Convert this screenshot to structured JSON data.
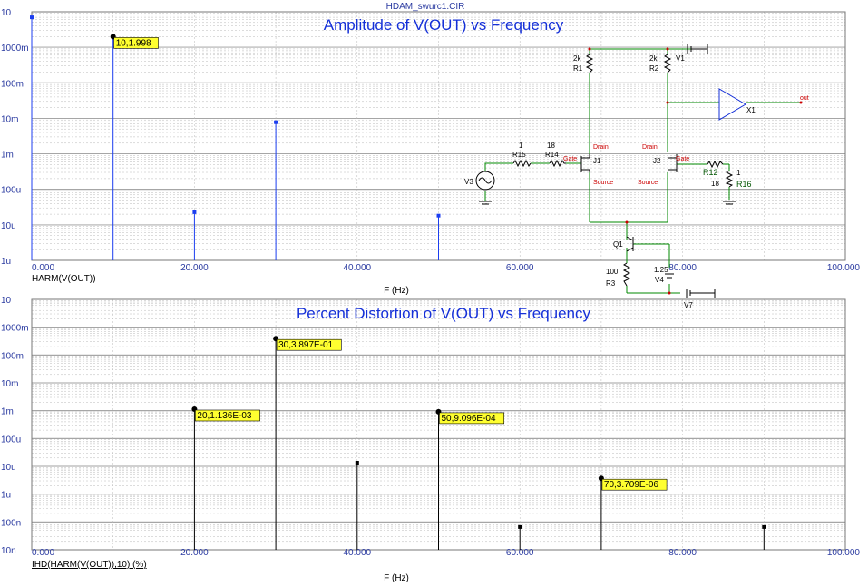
{
  "window": {
    "filename": "HDAM_swurc1.CIR"
  },
  "colors": {
    "plot1_series": "#1c3ef0",
    "plot2_series": "#000000",
    "axis_text": "#2a3aa0",
    "tag_bg": "#ffff30",
    "grid": "#b8b8b8",
    "wire": "#008800"
  },
  "chart_data": [
    {
      "type": "bar",
      "title": "Amplitude of V(OUT) vs Frequency",
      "xlabel": "F (Hz)",
      "ylabel": "HARM(V(OUT))",
      "xlim": [
        0,
        100
      ],
      "ylim": [
        1e-06,
        10
      ],
      "yscale": "log",
      "x_ticks": [
        "0.000",
        "20.000",
        "40.000",
        "60.000",
        "80.000",
        "100.000"
      ],
      "y_ticks": [
        "10",
        "1000m",
        "100m",
        "10m",
        "1m",
        "100u",
        "10u",
        "1u"
      ],
      "grid": true,
      "x": [
        0,
        10,
        20,
        30,
        50
      ],
      "values": [
        7,
        1.998,
        2.27e-05,
        0.0078,
        1.82e-05
      ],
      "annotations": [
        {
          "x": 10,
          "text": "10,1.998"
        }
      ]
    },
    {
      "type": "bar",
      "title": "Percent Distortion of V(OUT) vs Frequency",
      "xlabel": "F (Hz)",
      "ylabel": "IHD(HARM(V(OUT)),10) (%)",
      "xlim": [
        0,
        100
      ],
      "ylim": [
        1e-08,
        10
      ],
      "yscale": "log",
      "x_ticks": [
        "0.000",
        "20.000",
        "40.000",
        "60.000",
        "80.000",
        "100.000"
      ],
      "y_ticks": [
        "10",
        "1000m",
        "100m",
        "10m",
        "1m",
        "100u",
        "10u",
        "1u",
        "100n",
        "10n"
      ],
      "grid": true,
      "x": [
        20,
        30,
        40,
        50,
        60,
        70,
        90
      ],
      "values": [
        0.001136,
        0.3897,
        1.35e-05,
        0.0009096,
        6.6e-08,
        3.709e-06,
        6.6e-08
      ],
      "annotations": [
        {
          "x": 20,
          "text": "20,1.136E-03"
        },
        {
          "x": 30,
          "text": "30,3.897E-01"
        },
        {
          "x": 50,
          "text": "50,9.096E-04"
        },
        {
          "x": 70,
          "text": "70,3.709E-06"
        }
      ]
    }
  ],
  "schematic": {
    "r15": {
      "name": "R15",
      "value": "1"
    },
    "r14": {
      "name": "R14",
      "value": "18"
    },
    "r1": {
      "name": "R1",
      "value": "2k"
    },
    "r2": {
      "name": "R2",
      "value": "2k"
    },
    "r12": {
      "name": "R12",
      "value": "18"
    },
    "r16": {
      "name": "R16",
      "value": "1"
    },
    "r3": {
      "name": "R3",
      "value": "100"
    },
    "v1": "V1",
    "v3": "V3",
    "v4": {
      "name": "V4",
      "value": "1.25"
    },
    "v7": "V7",
    "j1": "J1",
    "j2": "J2",
    "q1": "Q1",
    "x1": "X1",
    "out": "out",
    "drain": "Drain",
    "gate": "Gate",
    "source": "Source"
  }
}
